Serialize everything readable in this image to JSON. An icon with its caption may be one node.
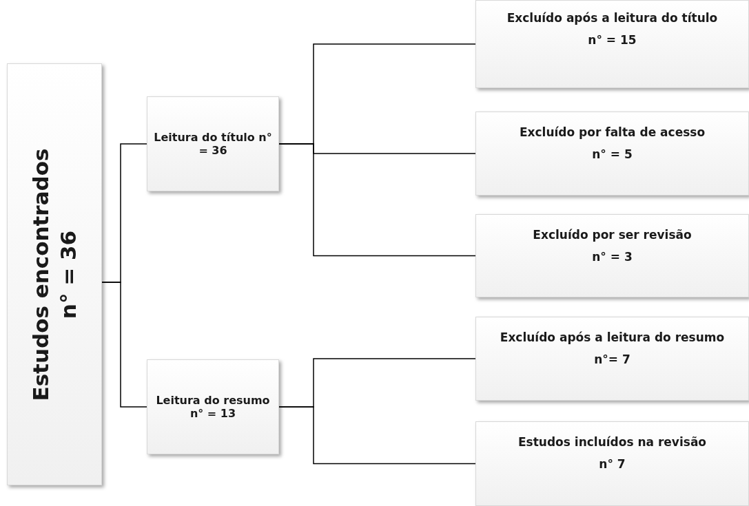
{
  "diagram": {
    "nodes": [
      {
        "text": [
          "Estudos encontrados",
          "n° = 36"
        ]
      },
      {
        "text": [
          "Leitura do título n° = 36"
        ]
      },
      {
        "text": [
          "Leitura do resumo n° = 13"
        ]
      },
      {
        "text": [
          "Excluído após a leitura do título",
          "n° = 15"
        ]
      },
      {
        "text": [
          "Excluído por falta de acesso",
          "n° = 5"
        ]
      },
      {
        "text": [
          "Excluído por ser revisão",
          "n° = 3"
        ]
      },
      {
        "text": [
          "Excluído após a leitura do resumo",
          "n°= 7"
        ]
      },
      {
        "text": [
          "Estudos incluídos na revisão",
          "n° 7"
        ]
      }
    ],
    "edges": [
      {
        "from": 0,
        "to": 1,
        "arrow": "none"
      },
      {
        "from": 0,
        "to": 2,
        "arrow": "none"
      },
      {
        "from": 1,
        "to": 3,
        "arrow": "none"
      },
      {
        "from": 1,
        "to": 4,
        "arrow": "none"
      },
      {
        "from": 1,
        "to": 5,
        "arrow": "none"
      },
      {
        "from": 2,
        "to": 6,
        "arrow": "none"
      },
      {
        "from": 2,
        "to": 7,
        "arrow": "none"
      }
    ]
  }
}
